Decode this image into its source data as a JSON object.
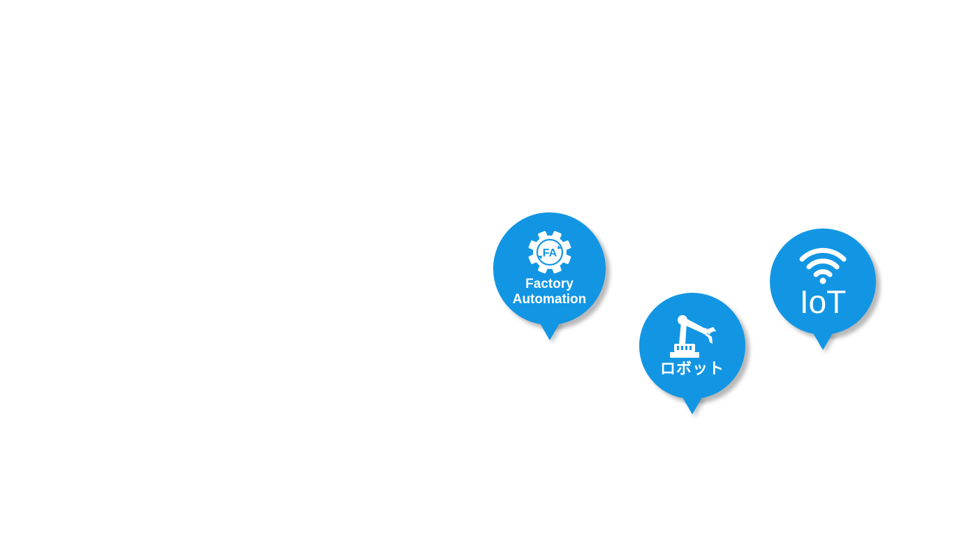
{
  "theme": {
    "pin_color": "#1296e4",
    "icon_color": "#ffffff"
  },
  "pins": {
    "factory_automation": {
      "icon": "gear-icon",
      "badge": "FA",
      "line1": "Factory",
      "line2": "Automation"
    },
    "robot": {
      "icon": "robot-arm-icon",
      "label": "ロボット"
    },
    "iot": {
      "icon": "wifi-icon",
      "label": "IoT"
    }
  }
}
